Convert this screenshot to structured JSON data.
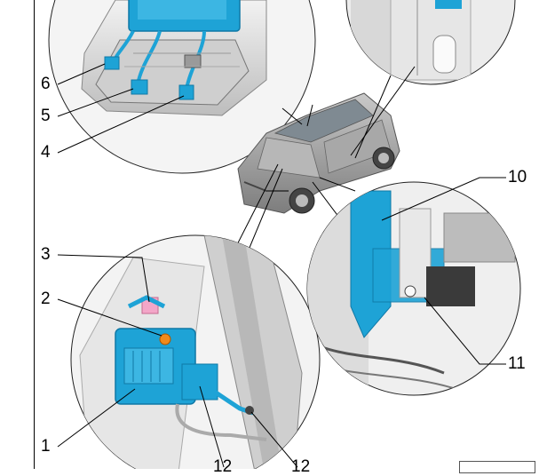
{
  "callouts": [
    {
      "id": "1",
      "label": "1"
    },
    {
      "id": "2",
      "label": "2"
    },
    {
      "id": "3",
      "label": "3"
    },
    {
      "id": "4",
      "label": "4"
    },
    {
      "id": "5",
      "label": "5"
    },
    {
      "id": "6",
      "label": "6"
    },
    {
      "id": "10",
      "label": "10"
    },
    {
      "id": "11",
      "label": "11"
    },
    {
      "id": "12a",
      "label": "12"
    },
    {
      "id": "12b",
      "label": "12"
    }
  ],
  "colors": {
    "component_blue": "#1ea3d6",
    "component_blue_dark": "#0f78a6",
    "connector_pink": "#f3a6c8",
    "connector_orange": "#f08a1c",
    "housing_grey": "#d9d9d9",
    "car_grey": "#9c9c9c",
    "line": "#000000"
  }
}
